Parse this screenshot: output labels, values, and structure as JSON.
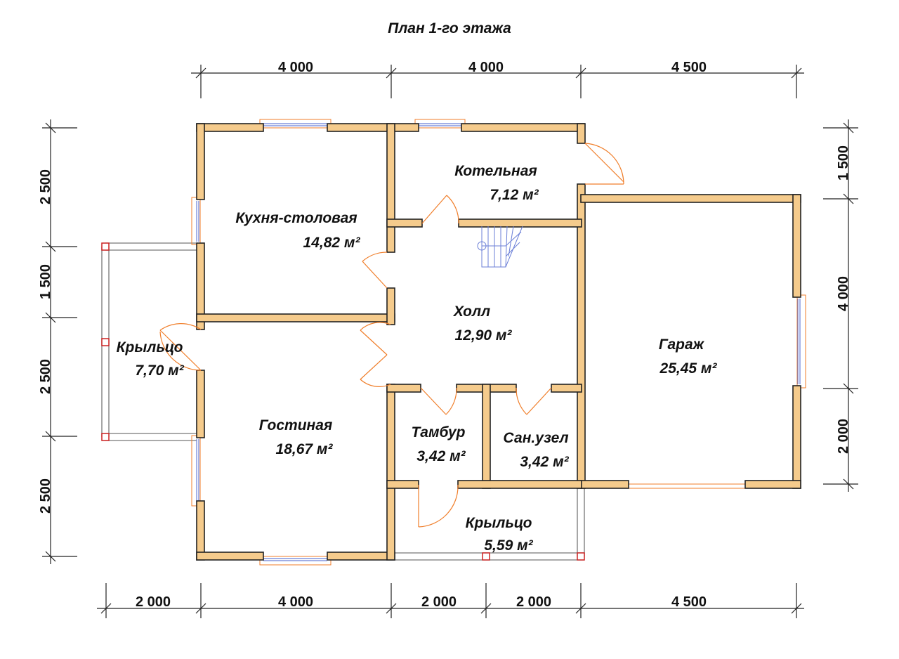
{
  "title": "План 1-го этажа",
  "dimensions": {
    "top": [
      "4 000",
      "4 000",
      "4 500"
    ],
    "bottom": [
      "2 000",
      "4 000",
      "2 000",
      "2 000",
      "4 500"
    ],
    "left": [
      "2 500",
      "1 500",
      "2 500",
      "2 500"
    ],
    "right": [
      "1 500",
      "4 000",
      "2 000"
    ]
  },
  "rooms": [
    {
      "id": "kitchen",
      "name": "Кухня-столовая",
      "area": "14,82 м²"
    },
    {
      "id": "boiler",
      "name": "Котельная",
      "area": "7,12 м²"
    },
    {
      "id": "hall",
      "name": "Холл",
      "area": "12,90 м²"
    },
    {
      "id": "garage",
      "name": "Гараж",
      "area": "25,45 м²"
    },
    {
      "id": "porch-west",
      "name": "Крыльцо",
      "area": "7,70 м²"
    },
    {
      "id": "living",
      "name": "Гостиная",
      "area": "18,67 м²"
    },
    {
      "id": "vestibule",
      "name": "Тамбур",
      "area": "3,42 м²"
    },
    {
      "id": "bathroom",
      "name": "Сан.узел",
      "area": "3,42 м²"
    },
    {
      "id": "porch-south",
      "name": "Крыльцо",
      "area": "5,59 м²"
    }
  ],
  "colors": {
    "wall": "#f5cb8c",
    "window": "#6b7fd7",
    "door": "#f07e2a",
    "post": "#cc2222"
  }
}
